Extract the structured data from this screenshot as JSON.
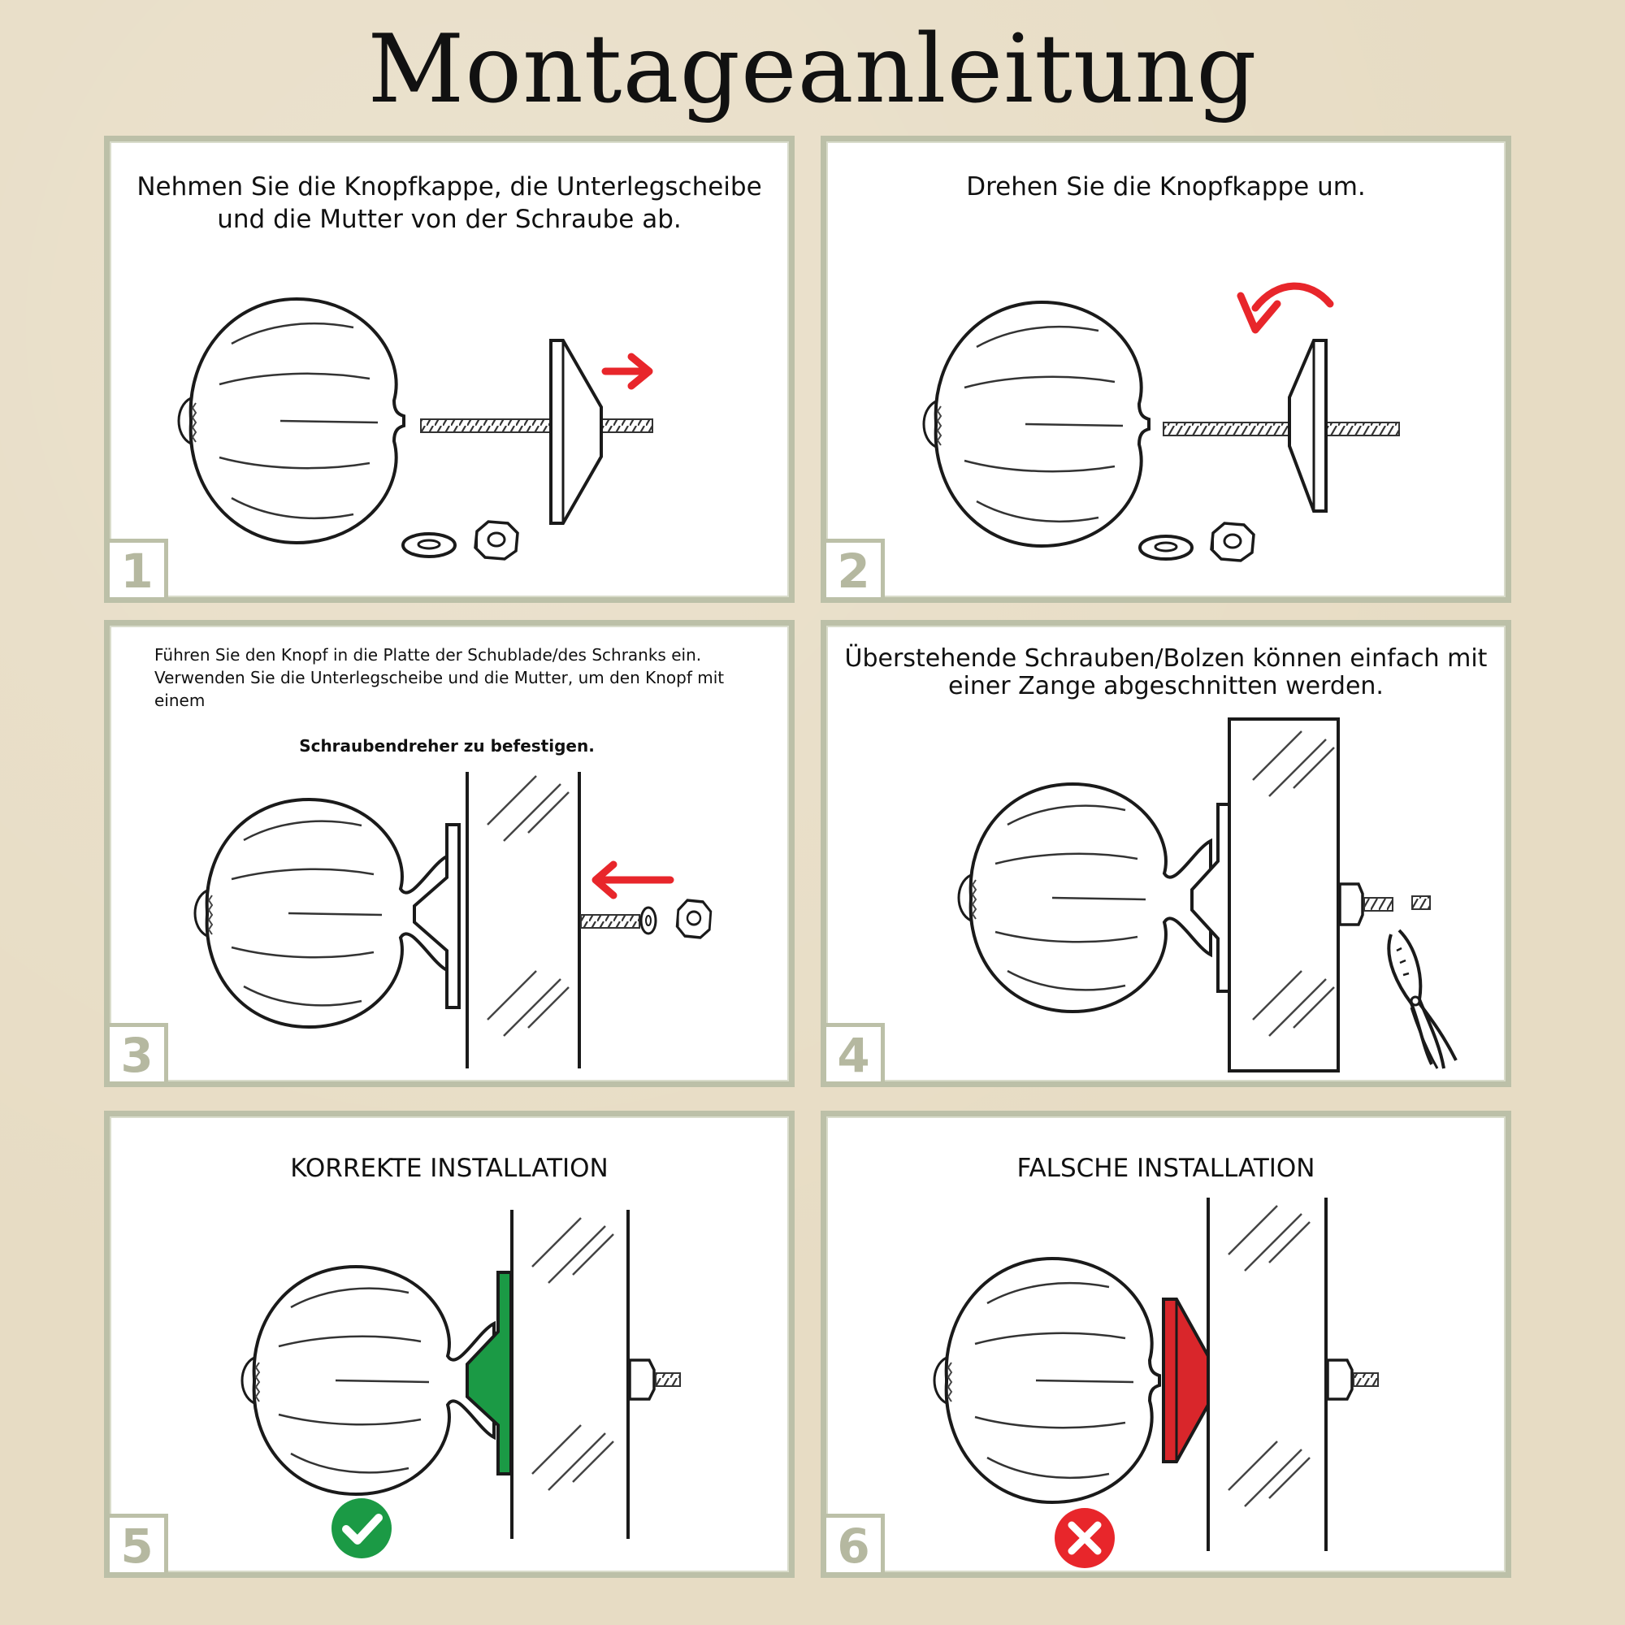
{
  "title": "Montageanleitung",
  "steps": [
    {
      "number": "1",
      "caption": "Nehmen Sie die Knopfkappe, die Unterlegscheibe und die Mutter von der Schraube ab."
    },
    {
      "number": "2",
      "caption": "Drehen Sie die Knopfkappe um."
    },
    {
      "number": "3",
      "caption_line1": "Führen Sie den Knopf in die Platte der Schublade/des Schranks ein.",
      "caption_line2": "Verwenden Sie die Unterlegscheibe und die Mutter, um den Knopf mit einem",
      "caption_line3": "Schraubendreher zu befestigen."
    },
    {
      "number": "4",
      "caption": "Überstehende Schrauben/Bolzen können einfach mit einer Zange abgeschnitten werden."
    },
    {
      "number": "5",
      "caption": "KORREKTE INSTALLATION"
    },
    {
      "number": "6",
      "caption": "FALSCHE INSTALLATION"
    }
  ],
  "colors": {
    "arrow": "#e8262b",
    "correct": "#1b9a45",
    "wrong": "#d9262b",
    "frame": "#bcc0a8"
  },
  "icons": {
    "correct": "check-circle-icon",
    "wrong": "cross-circle-icon"
  }
}
